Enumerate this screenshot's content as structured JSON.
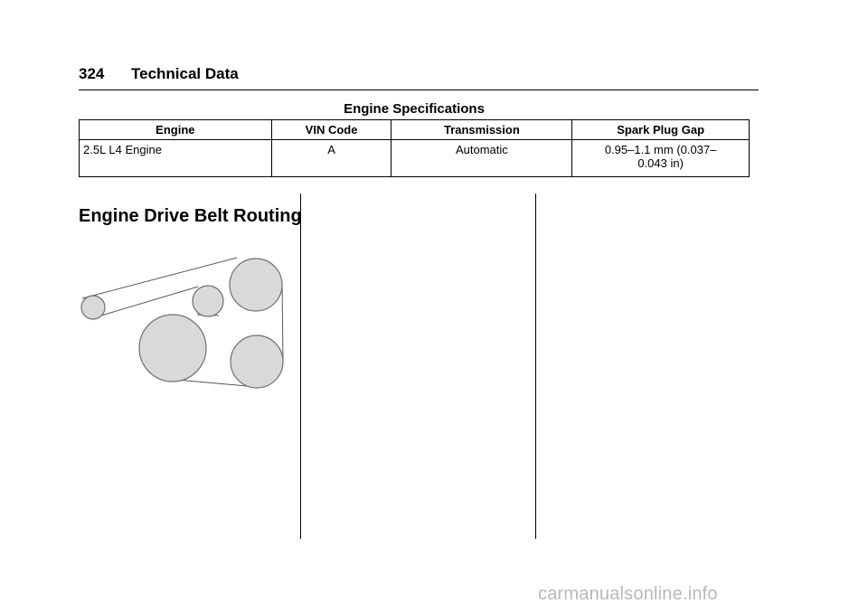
{
  "header": {
    "page_number": "324",
    "section_title": "Technical Data"
  },
  "engine_specifications": {
    "caption": "Engine Specifications",
    "columns": [
      "Engine",
      "VIN Code",
      "Transmission",
      "Spark Plug Gap"
    ],
    "rows": [
      {
        "engine": "2.5L L4 Engine",
        "vin_code": "A",
        "transmission": "Automatic",
        "spark_plug_gap_line1": "0.95–1.1 mm (0.037–",
        "spark_plug_gap_line2": "0.043 in)"
      }
    ]
  },
  "belt_routing": {
    "heading": "Engine Drive Belt Routing"
  },
  "colors": {
    "pulley_fill": "#d9d9d9",
    "pulley_stroke": "#6e6e6e",
    "belt": "#555555",
    "watermark": "#b8b8b8"
  },
  "watermark": "carmanualsonline.info"
}
